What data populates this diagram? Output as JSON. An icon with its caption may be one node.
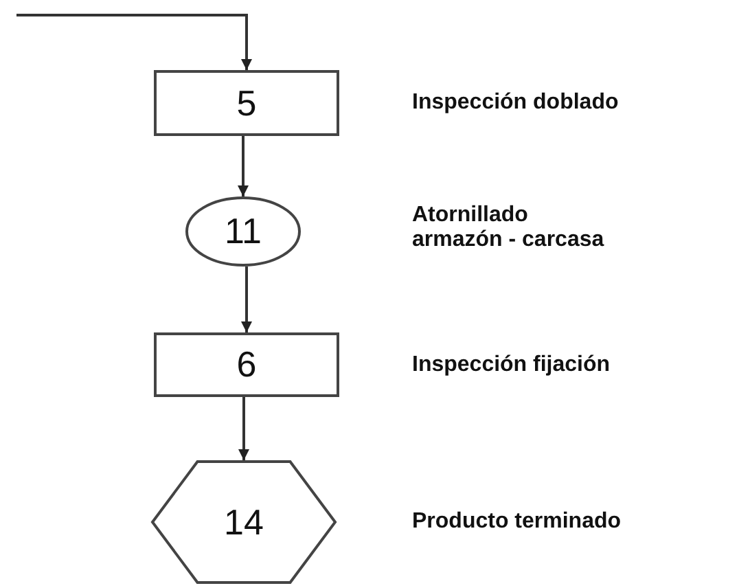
{
  "diagram": {
    "nodes": [
      {
        "text": [
          "5"
        ],
        "beside": [
          "Inspección doblado"
        ]
      },
      {
        "text": [
          "11"
        ]
      },
      {
        "text": [
          "6"
        ],
        "beside": [
          "Inspección fijación"
        ]
      },
      {
        "text": [
          "14"
        ],
        "beside": [
          "Producto terminado"
        ]
      }
    ],
    "edges": [
      {
        "from": null,
        "to": 0,
        "arrow": "to"
      },
      {
        "from": 0,
        "to": 1,
        "arrow": "to"
      },
      {
        "from": 1,
        "to": 2,
        "arrow": "to"
      },
      {
        "from": 2,
        "to": 3,
        "arrow": "to"
      }
    ],
    "labels": [
      "Atornillado armazón - carcasa"
    ]
  }
}
